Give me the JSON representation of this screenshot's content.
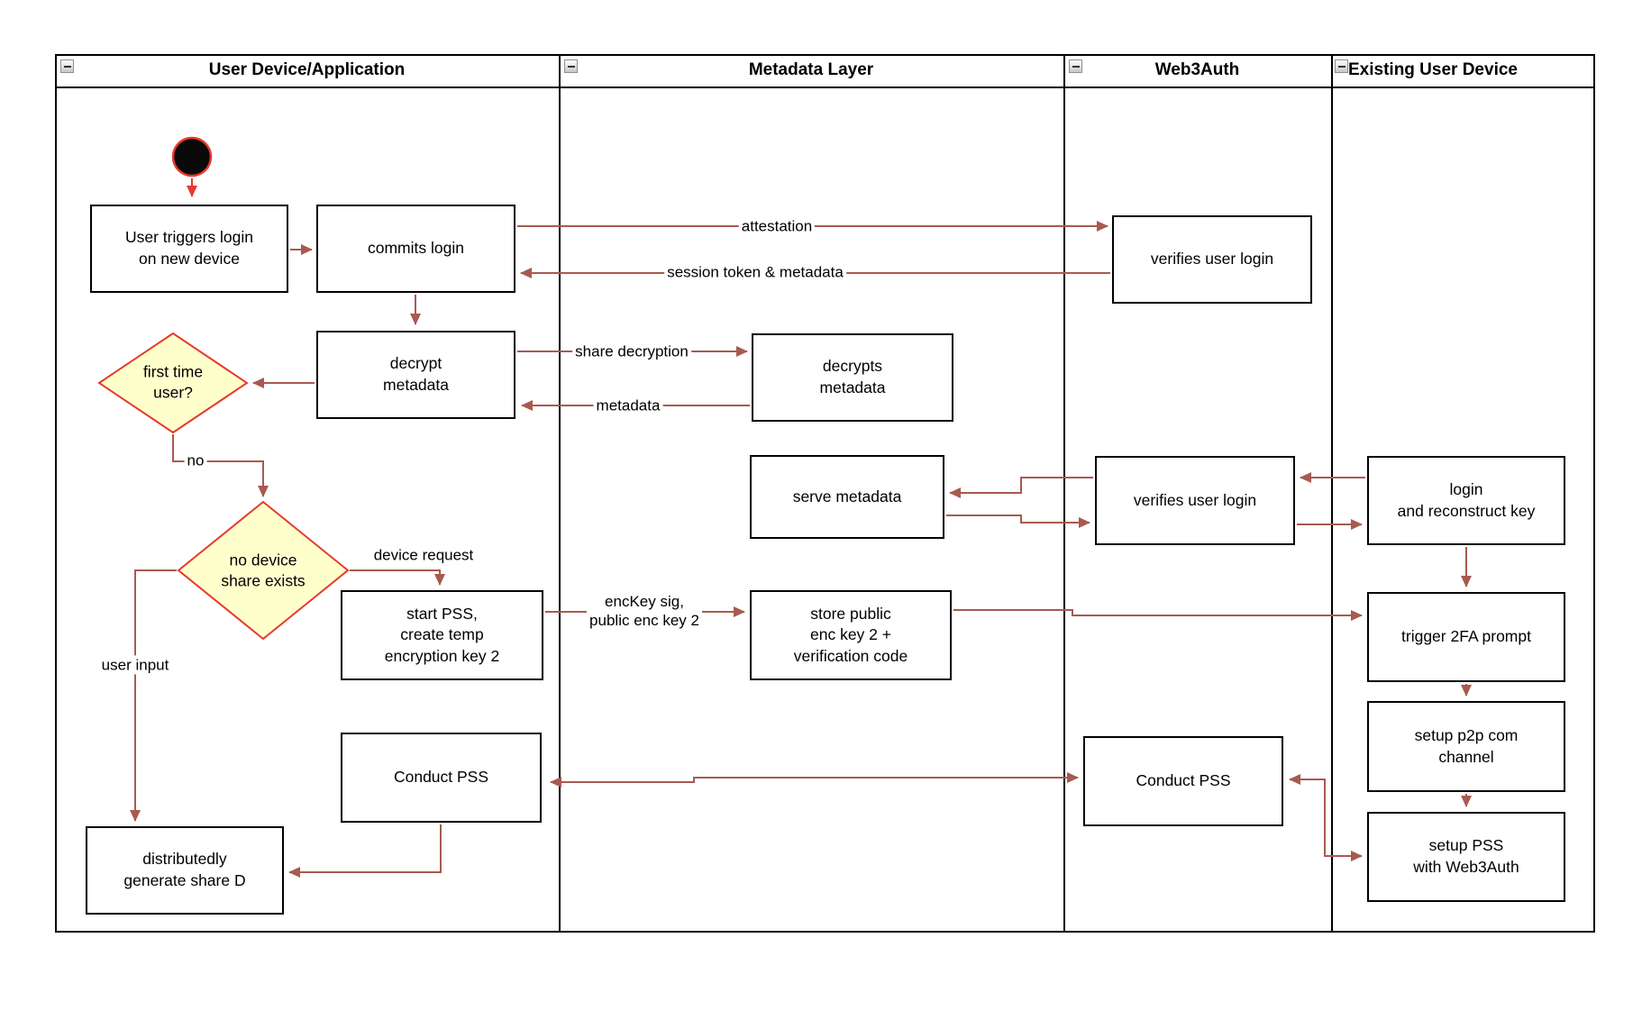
{
  "lanes": [
    {
      "label": "User Device/Application"
    },
    {
      "label": "Metadata Layer"
    },
    {
      "label": "Web3Auth"
    },
    {
      "label": "Existing User Device"
    }
  ],
  "nodes": {
    "user_triggers": {
      "label": "User triggers login\non new device"
    },
    "commits_login": {
      "label": "commits login"
    },
    "verifies_login_1": {
      "label": "verifies user login"
    },
    "decrypt_metadata": {
      "label": "decrypt\nmetadata"
    },
    "decrypts_metadata": {
      "label": "decrypts\nmetadata"
    },
    "serve_metadata": {
      "label": "serve metadata"
    },
    "verifies_login_2": {
      "label": "verifies user login"
    },
    "login_reconstruct": {
      "label": "login\nand reconstruct key"
    },
    "start_pss": {
      "label": "start PSS,\ncreate temp\nencryption key 2"
    },
    "store_public": {
      "label": "store public\nenc key 2 +\nverification code"
    },
    "trigger_2fa": {
      "label": "trigger 2FA prompt"
    },
    "setup_p2p": {
      "label": "setup p2p com\nchannel"
    },
    "conduct_pss_user": {
      "label": "Conduct PSS"
    },
    "conduct_pss_web3": {
      "label": "Conduct PSS"
    },
    "setup_pss": {
      "label": "setup PSS\nwith Web3Auth"
    },
    "distributedly": {
      "label": "distributedly\ngenerate share D"
    }
  },
  "decisions": {
    "first_time": {
      "label": "first time\nuser?"
    },
    "no_device": {
      "label": "no device\nshare exists"
    }
  },
  "edge_labels": {
    "attestation": "attestation",
    "session_token": "session token & metadata",
    "share_decryption": "share decryption",
    "metadata": "metadata",
    "no": "no",
    "device_request": "device request",
    "user_input": "user input",
    "enckey": "encKey sig,\npublic enc key 2"
  },
  "colors": {
    "connector": "#a85a50",
    "highlight": "#e8392d",
    "decision_fill": "#ffffcc",
    "node_border": "#000000"
  }
}
